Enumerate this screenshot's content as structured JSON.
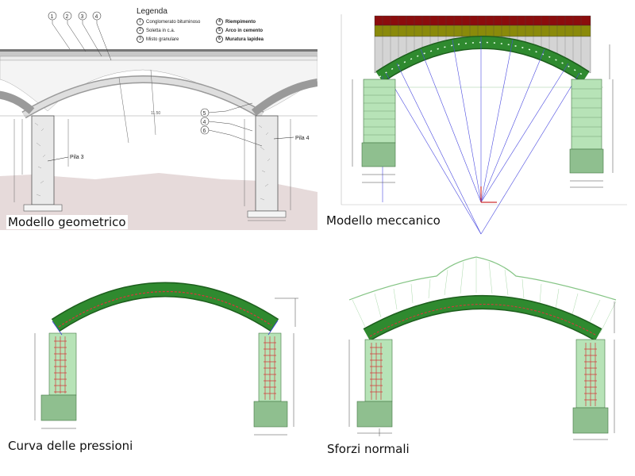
{
  "panels": [
    {
      "caption": "Modello geometrico"
    },
    {
      "caption": "Modello meccanico"
    },
    {
      "caption": "Curva delle pressioni"
    },
    {
      "caption": "Sforzi normali"
    }
  ],
  "legend": {
    "title": "Legenda",
    "items": [
      {
        "num": "1",
        "label": "Conglomerato bituminoso",
        "bold": false
      },
      {
        "num": "4",
        "label": "Riempimento",
        "bold": true
      },
      {
        "num": "2",
        "label": "Soletta in c.a.",
        "bold": false
      },
      {
        "num": "5",
        "label": "Arco in cemento",
        "bold": true
      },
      {
        "num": "3",
        "label": "Misto granulare",
        "bold": false
      },
      {
        "num": "6",
        "label": "Muratura lapidea",
        "bold": true
      }
    ]
  },
  "geometric": {
    "callouts": [
      "1",
      "2",
      "3",
      "4"
    ],
    "side_callouts": [
      "5",
      "4",
      "6"
    ],
    "pier_left": "Pila 3",
    "pier_right": "Pila 4",
    "span_dim": "11.50"
  },
  "colors": {
    "arch": "#2f8a2f",
    "arch_dark": "#1d5e1d",
    "pier": "#b7e3b7",
    "footing": "#8fbf8f",
    "fill_dark": "#8b0d0d",
    "fill_olive": "#8a8a0a",
    "load_line": "#4a4ae0",
    "pressure": "#d23a3a",
    "normal": "#86c586"
  }
}
